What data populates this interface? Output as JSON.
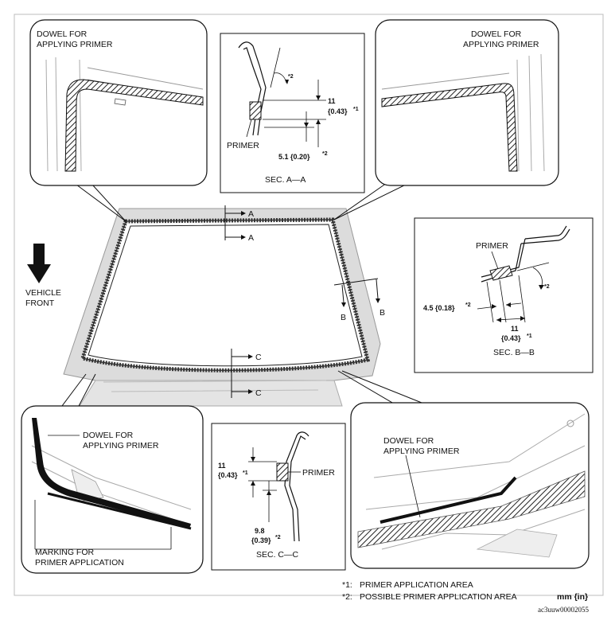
{
  "callouts": {
    "top_left": "DOWEL FOR|APPLYING PRIMER",
    "top_right": "DOWEL FOR|APPLYING PRIMER",
    "bottom_left_dowel": "DOWEL FOR|APPLYING PRIMER",
    "bottom_left_marking": "MARKING FOR|PRIMER APPLICATION",
    "bottom_right": "DOWEL FOR|APPLYING PRIMER"
  },
  "sections": {
    "aa": {
      "title": "SEC. A—A",
      "primer": "PRIMER",
      "dim_main": "11",
      "dim_main_in": "{0.43}",
      "dim_main_ref": "*1",
      "dim_aux": "5.1 {0.20}",
      "dim_aux_ref": "*2",
      "angle_ref": "*2"
    },
    "bb": {
      "title": "SEC. B—B",
      "primer": "PRIMER",
      "dim_main": "11",
      "dim_main_in": "{0.43}",
      "dim_main_ref": "*1",
      "dim_aux": "4.5 {0.18}",
      "dim_aux_ref": "*2",
      "angle_ref": "*2"
    },
    "cc": {
      "title": "SEC. C—C",
      "primer": "PRIMER",
      "dim_main": "11",
      "dim_main_in": "{0.43}",
      "dim_main_ref": "*1",
      "dim_aux": "9.8",
      "dim_aux_in": "{0.39}",
      "dim_aux_ref": "*2"
    }
  },
  "cut_marks": {
    "a": "A",
    "b": "B",
    "c": "C"
  },
  "vehicle_front": "VEHICLE|FRONT",
  "legend": {
    "note1_mark": "*1:",
    "note1": "PRIMER APPLICATION AREA",
    "note2_mark": "*2:",
    "note2": "POSSIBLE PRIMER APPLICATION AREA",
    "units": "mm {in}"
  },
  "figure_code": "ac3uuw00002055"
}
